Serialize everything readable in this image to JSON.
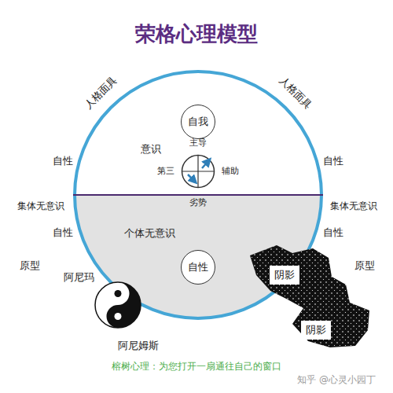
{
  "diagram": {
    "title": "荣格心理模型",
    "caption": "榕树心理：为您打开一扇通往自己的窗口",
    "nodes": [
      {
        "text": [
          "自我"
        ]
      },
      {
        "text": [
          "主导",
          "第三",
          "辅助",
          "劣势"
        ]
      },
      {
        "text": [
          "自性"
        ]
      },
      {
        "text": [
          "阴影"
        ]
      },
      {
        "text": [
          "阴影"
        ]
      }
    ],
    "labels": [
      "人格面具",
      "人格面具",
      "意识",
      "自性",
      "自性",
      "集体无意识",
      "集体无意识",
      "自性",
      "自性",
      "个体无意识",
      "原型",
      "原型",
      "阿尼玛",
      "阿尼姆斯",
      "知乎 @心灵小园丁"
    ]
  }
}
